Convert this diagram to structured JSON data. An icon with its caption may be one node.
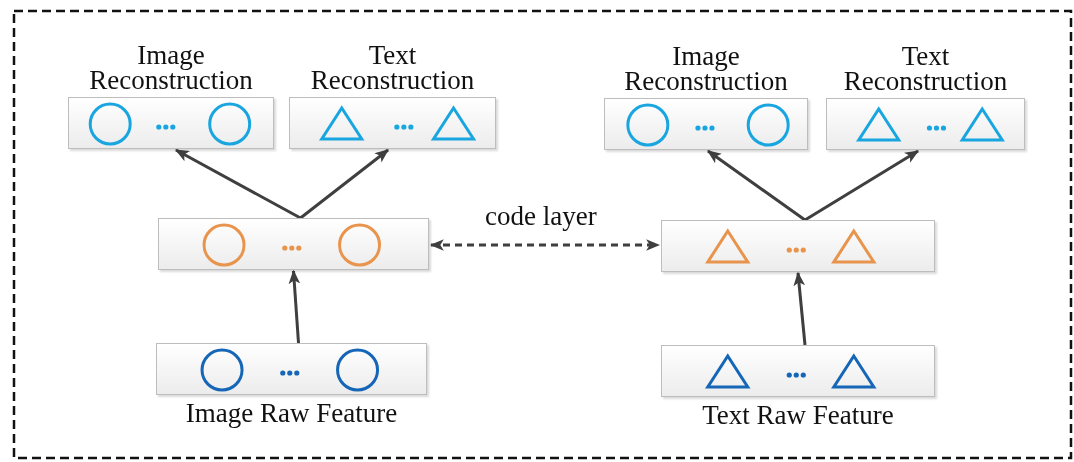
{
  "diagram": {
    "nodes": [
      {
        "text": [
          "Image Reconstruction"
        ]
      },
      {
        "text": [
          "Text Reconstruction"
        ]
      },
      {
        "text": [
          "Image Reconstruction"
        ]
      },
      {
        "text": [
          "Text Reconstruction"
        ]
      },
      {
        "text": [],
        "shape": "box"
      },
      {
        "text": [],
        "shape": "box"
      },
      {
        "text": [
          "Image Raw Feature"
        ]
      },
      {
        "text": [
          "Text Raw Feature"
        ]
      }
    ],
    "edges": [
      {
        "from": 4,
        "to": 0,
        "arrow": "to"
      },
      {
        "from": 4,
        "to": 1,
        "arrow": "to"
      },
      {
        "from": 5,
        "to": 2,
        "arrow": "to"
      },
      {
        "from": 5,
        "to": 3,
        "arrow": "to"
      },
      {
        "from": 6,
        "to": 4,
        "arrow": "to"
      },
      {
        "from": 7,
        "to": 5,
        "arrow": "to"
      },
      {
        "from": 4,
        "to": 5,
        "arrow": "both",
        "label": "code layer",
        "style": "dashed"
      }
    ]
  }
}
